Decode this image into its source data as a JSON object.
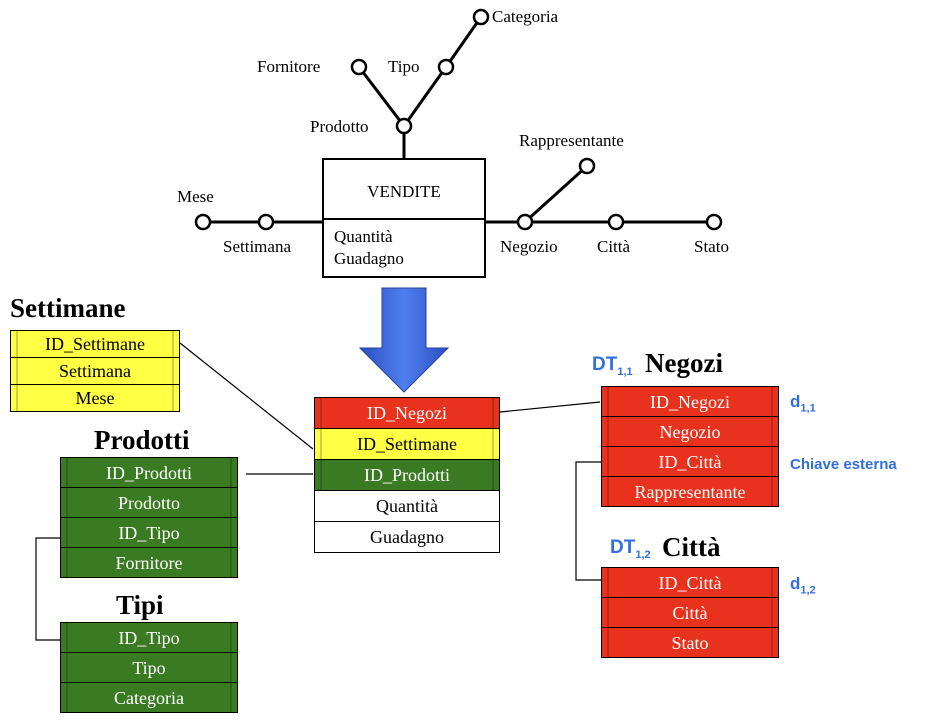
{
  "star": {
    "fact": "VENDITE",
    "measures": [
      "Quantità",
      "Guadagno"
    ],
    "attributes": {
      "categoria": "Categoria",
      "fornitore": "Fornitore",
      "tipo": "Tipo",
      "prodotto": "Prodotto",
      "rappresentante": "Rappresentante",
      "mese": "Mese",
      "settimana": "Settimana",
      "negozio": "Negozio",
      "citta": "Città",
      "stato": "Stato"
    }
  },
  "tables": {
    "settimane": {
      "title": "Settimane",
      "rows": [
        "ID_Settimane",
        "Settimana",
        "Mese"
      ]
    },
    "prodotti": {
      "title": "Prodotti",
      "rows": [
        "ID_Prodotti",
        "Prodotto",
        "ID_Tipo",
        "Fornitore"
      ]
    },
    "tipi": {
      "title": "Tipi",
      "rows": [
        "ID_Tipo",
        "Tipo",
        "Categoria"
      ]
    },
    "fatti": {
      "rows": [
        "ID_Negozi",
        "ID_Settimane",
        "ID_Prodotti",
        "Quantità",
        "Guadagno"
      ]
    },
    "negozi": {
      "title": "Negozi",
      "rows": [
        "ID_Negozi",
        "Negozio",
        "ID_Città",
        "Rappresentante"
      ]
    },
    "citta": {
      "title": "Città",
      "rows": [
        "ID_Città",
        "Città",
        "Stato"
      ]
    }
  },
  "annotations": {
    "dt": "DT",
    "dt11_sub": "1,1",
    "dt12_sub": "1,2",
    "d": "d",
    "d11_sub": "1,1",
    "d12_sub": "1,2",
    "chiave": "Chiave esterna"
  },
  "colors": {
    "yellow": "#ffff44",
    "green": "#3a7a22",
    "red": "#e8321e",
    "arrow": "#3a64d8",
    "annotation": "#2f6fe0"
  }
}
